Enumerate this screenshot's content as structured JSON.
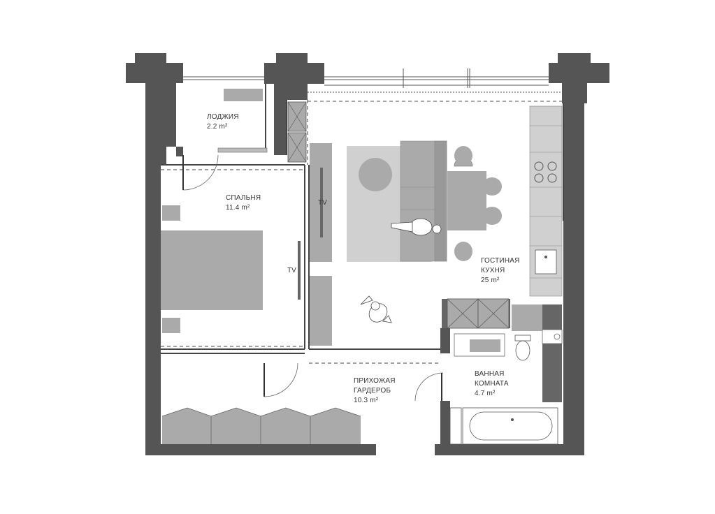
{
  "rooms": {
    "loggia": {
      "name": "ЛОДЖИЯ",
      "area": "2.2 m²"
    },
    "bedroom": {
      "name": "СПАЛЬНЯ",
      "area": "11.4 m²"
    },
    "living": {
      "name_line1": "ГОСТИНАЯ",
      "name_line2": "КУХНЯ",
      "area": "25 m²"
    },
    "hallway": {
      "name_line1": "ПРИХОЖАЯ",
      "name_line2": "ГАРДЕРОБ",
      "area": "10.3 m²"
    },
    "bathroom": {
      "name_line1": "ВАННАЯ",
      "name_line2": "КОМНАТА",
      "area": "4.7 m²"
    }
  },
  "tv_labels": {
    "living": "TV",
    "bedroom": "TV"
  },
  "colors": {
    "wall": "#555555",
    "furniture": "#aaaaaa",
    "furniture_light": "#d0d0d0",
    "outline": "#444444",
    "background": "#ffffff"
  },
  "icons": [
    "person-sitting-icon",
    "person-walking-icon",
    "toilet-icon",
    "bathtub-icon",
    "sink-icon",
    "stove-icon"
  ]
}
